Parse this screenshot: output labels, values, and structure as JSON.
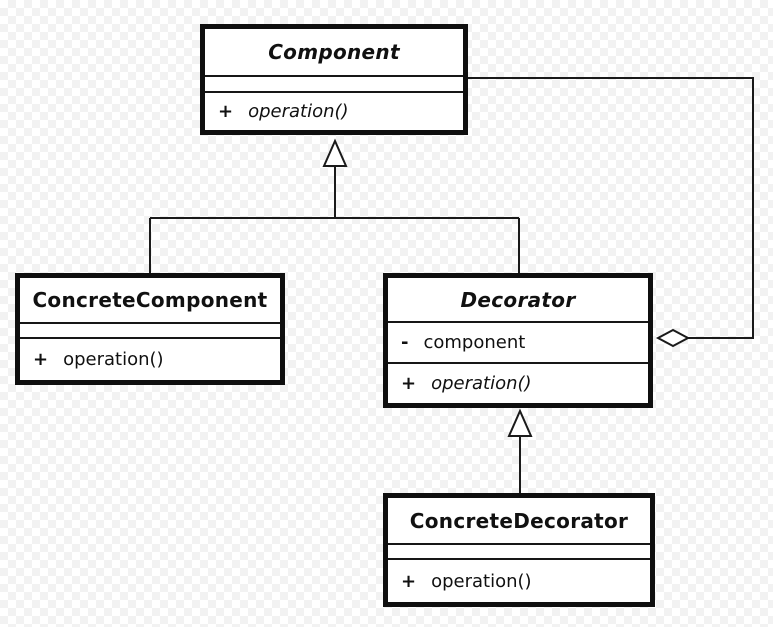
{
  "diagram": {
    "kind": "uml-class-diagram",
    "pattern": "Decorator",
    "classes": [
      {
        "name": "Component",
        "abstract": true,
        "attributes": [],
        "methods": [
          {
            "visibility": "+",
            "signature": "operation()",
            "abstract": true
          }
        ]
      },
      {
        "name": "ConcreteComponent",
        "abstract": false,
        "attributes": [],
        "methods": [
          {
            "visibility": "+",
            "signature": "operation()",
            "abstract": false
          }
        ]
      },
      {
        "name": "Decorator",
        "abstract": true,
        "attributes": [
          {
            "visibility": "-",
            "name": "component"
          }
        ],
        "methods": [
          {
            "visibility": "+",
            "signature": "operation()",
            "abstract": true
          }
        ]
      },
      {
        "name": "ConcreteDecorator",
        "abstract": false,
        "attributes": [],
        "methods": [
          {
            "visibility": "+",
            "signature": "operation()",
            "abstract": false
          }
        ]
      }
    ],
    "relations": [
      {
        "type": "generalization",
        "from": "ConcreteComponent",
        "to": "Component"
      },
      {
        "type": "generalization",
        "from": "Decorator",
        "to": "Component"
      },
      {
        "type": "generalization",
        "from": "ConcreteDecorator",
        "to": "Decorator"
      },
      {
        "type": "aggregation",
        "from": "Decorator",
        "to": "Component"
      }
    ],
    "colors": {
      "line": "#1a1a1a",
      "box_border": "#0f0f0f",
      "box_fill": "#ffffff",
      "checker_light": "#ffffff",
      "checker_dark": "#f2f2f2"
    }
  }
}
